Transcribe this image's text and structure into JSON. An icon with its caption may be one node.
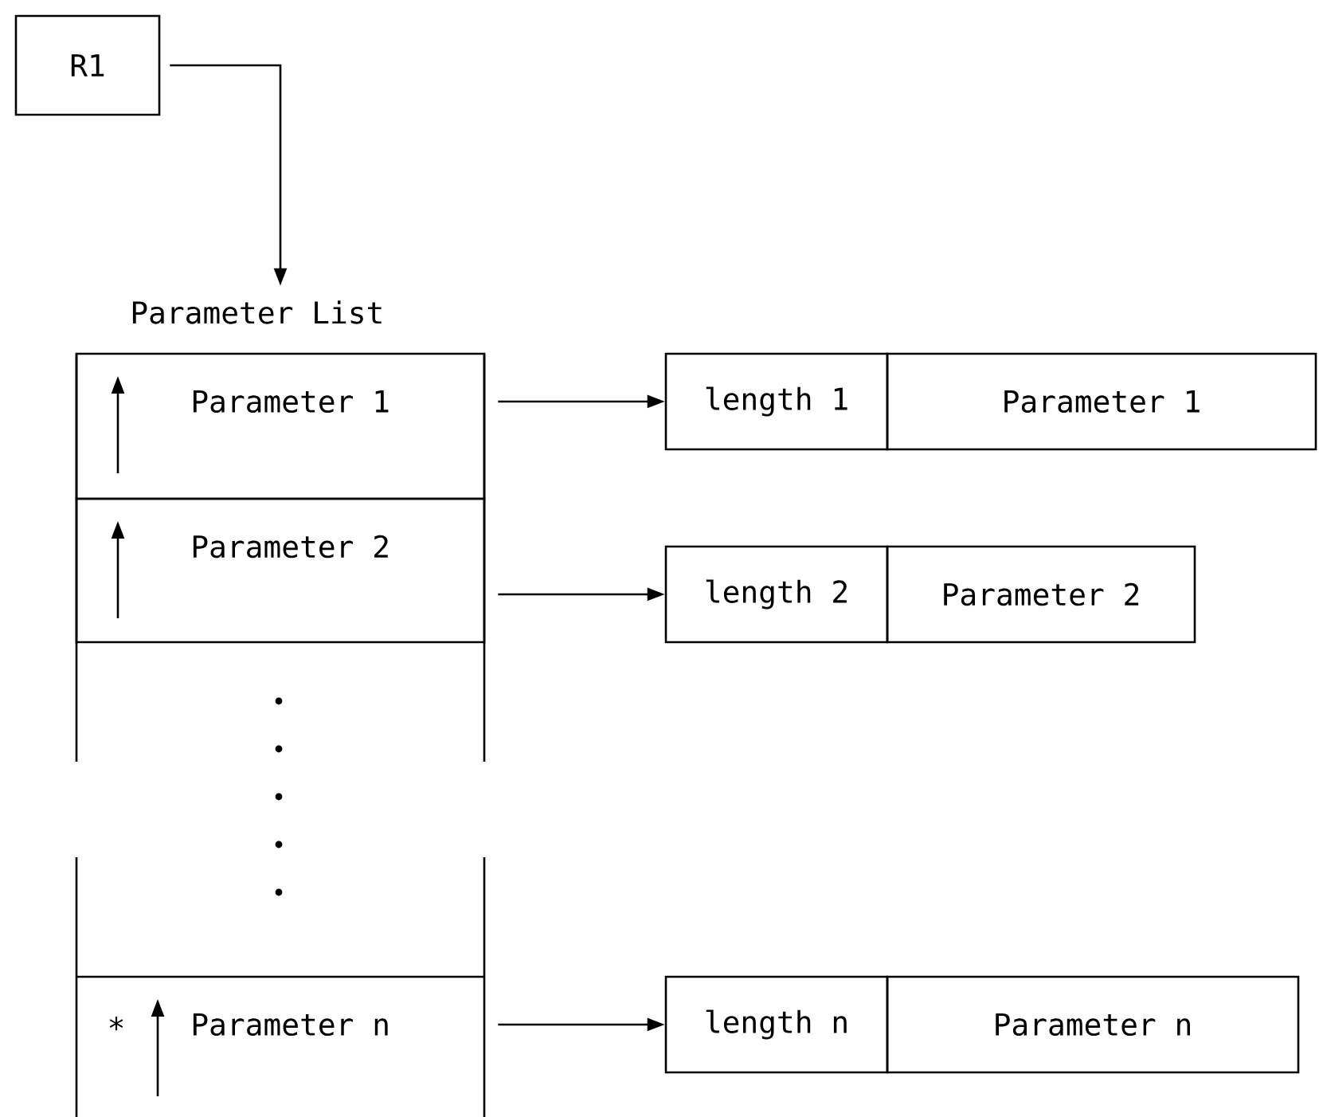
{
  "diagram": {
    "nodes": [
      {
        "text": [
          "R1"
        ]
      },
      {
        "text": [
          "Parameter List"
        ]
      },
      {
        "text": [
          "Parameter 1"
        ],
        "in": 1
      },
      {
        "text": [
          "Parameter 2"
        ],
        "in": 1
      },
      {
        "text": [
          "*",
          "Parameter n"
        ],
        "in": 1
      },
      {
        "text": [
          "length 1"
        ]
      },
      {
        "text": [
          "Parameter 1"
        ]
      },
      {
        "text": [
          "length 2"
        ]
      },
      {
        "text": [
          "Parameter 2"
        ]
      },
      {
        "text": [
          "length n"
        ]
      },
      {
        "text": [
          "Parameter n"
        ]
      }
    ],
    "edges": [
      {
        "from": 0,
        "to": 1,
        "arrow": "to"
      },
      {
        "from": 2,
        "to": 5,
        "arrow": "to"
      },
      {
        "from": 3,
        "to": 7,
        "arrow": "to"
      },
      {
        "from": 4,
        "to": 9,
        "arrow": "to"
      }
    ]
  }
}
